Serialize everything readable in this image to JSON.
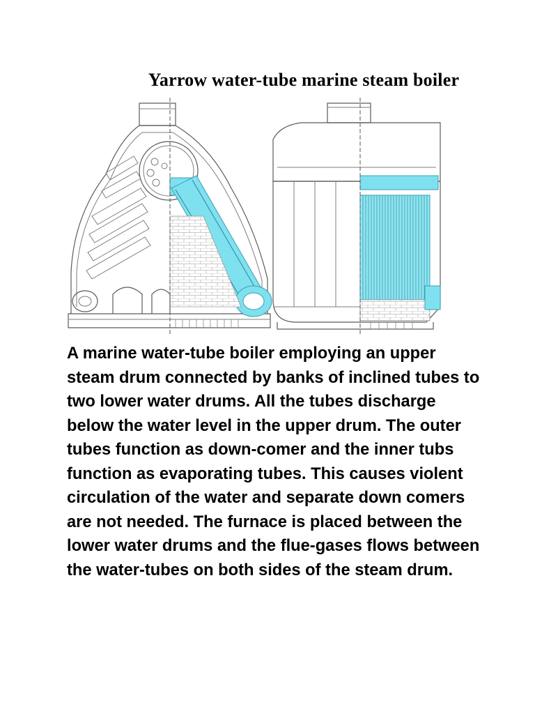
{
  "page": {
    "title": "Yarrow water-tube marine steam boiler",
    "description": "A marine water-tube boiler employing an upper\nsteam drum connected by banks of inclined tubes to\ntwo lower water drums. All the tubes discharge\nbelow the water level in the upper drum. The outer\ntubes function as down-comer and the inner tubs\nfunction as evaporating tubes. This causes violent\ncirculation of the water and separate down comers\nare not needed. The furnace is placed between the\nlower water drums and the flue-gases flows between\nthe water-tubes on both sides of the steam drum."
  },
  "figure": {
    "colors": {
      "water": "#7fe0ef",
      "line": "#7c7c7c",
      "brick": "#b3b3b3"
    },
    "views": [
      "front-section-view",
      "side-section-view"
    ]
  }
}
